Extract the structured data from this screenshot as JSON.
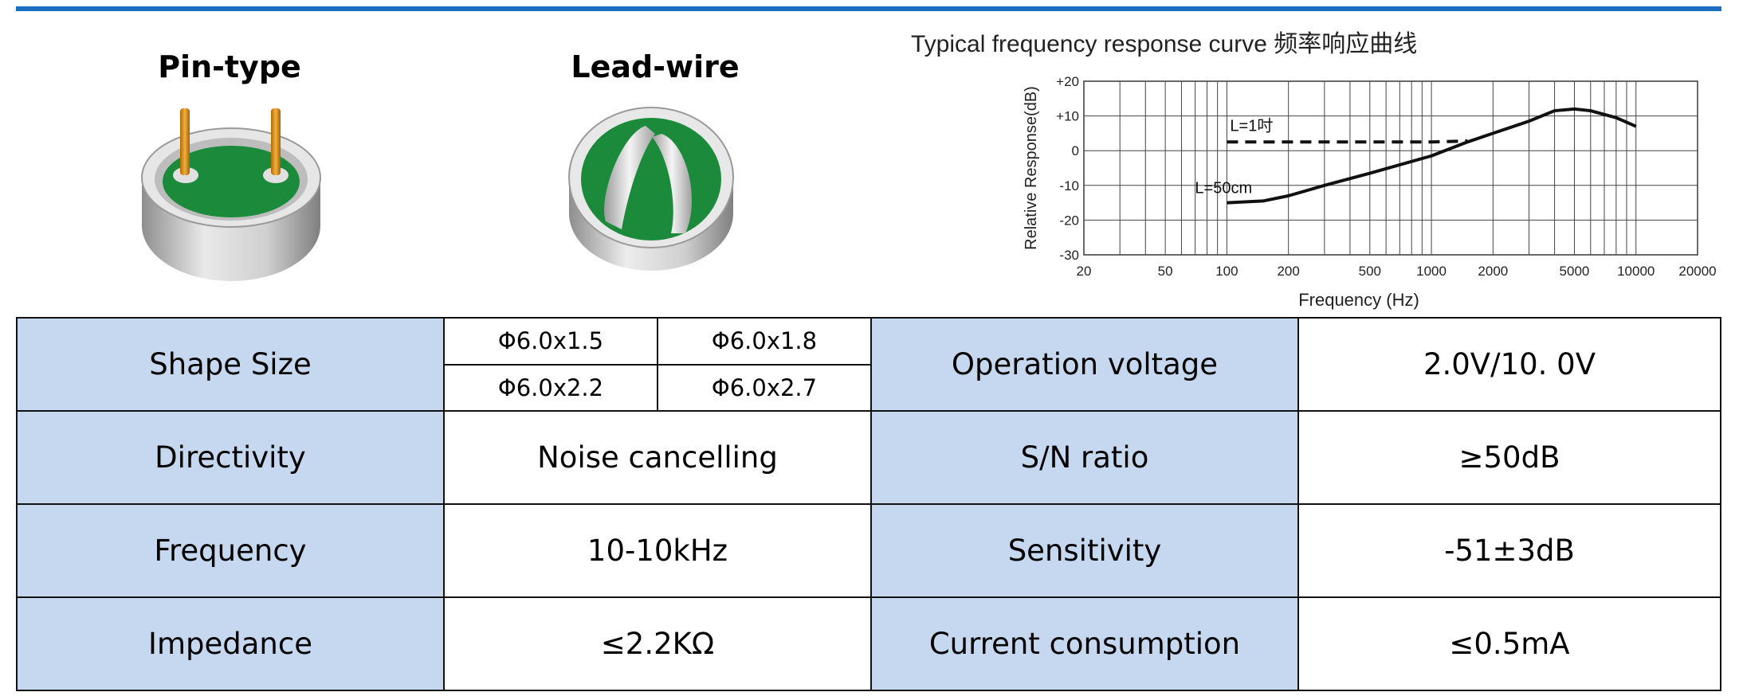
{
  "products": {
    "pin_type": {
      "title": "Pin-type",
      "icon": "microphone-capsule-pin-icon"
    },
    "lead_wire": {
      "title": "Lead-wire",
      "icon": "microphone-capsule-lead-icon"
    }
  },
  "chart": {
    "title": "Typical frequency response curve 频率响应曲线"
  },
  "chart_data": {
    "type": "line",
    "title": "Typical frequency response curve 频率响应曲线",
    "xlabel": "Frequency (Hz)",
    "ylabel": "Relative Response(dB)",
    "x_scale": "log",
    "xlim": [
      20,
      20000
    ],
    "ylim": [
      -30,
      20
    ],
    "x_ticks": [
      "20",
      "50",
      "100",
      "200",
      "500",
      "1000",
      "2000",
      "5000",
      "10000",
      "20000"
    ],
    "y_ticks": [
      "+20",
      "+10",
      "0",
      "-10",
      "-20",
      "-30"
    ],
    "grid": true,
    "series": [
      {
        "name": "L=1吋",
        "style": "dashed",
        "x": [
          100,
          200,
          500,
          1000,
          1500
        ],
        "y": [
          2.5,
          2.5,
          2.5,
          2.5,
          2.8
        ]
      },
      {
        "name": "L=50cm",
        "style": "solid",
        "x": [
          100,
          150,
          200,
          300,
          500,
          1000,
          1500,
          2000,
          3000,
          4000,
          5000,
          6000,
          8000,
          10000
        ],
        "y": [
          -15,
          -14.5,
          -13,
          -10,
          -6.5,
          -1.5,
          2.5,
          5,
          8.5,
          11.5,
          12,
          11.5,
          9.5,
          7
        ]
      }
    ]
  },
  "table": {
    "shape_size_label": "Shape Size",
    "sizes": [
      "Φ6.0x1.5",
      "Φ6.0x1.8",
      "Φ6.0x2.2",
      "Φ6.0x2.7"
    ],
    "operation_voltage_label": "Operation voltage",
    "operation_voltage_value": "2.0V/10. 0V",
    "directivity_label": "Directivity",
    "directivity_value": "Noise cancelling",
    "sn_ratio_label": "S/N ratio",
    "sn_ratio_value": "≥50dB",
    "frequency_label": "Frequency",
    "frequency_value": "10-10kHz",
    "sensitivity_label": "Sensitivity",
    "sensitivity_value": "-51±3dB",
    "impedance_label": "Impedance",
    "impedance_value": "≤2.2KΩ",
    "current_label": "Current consumption",
    "current_value": "≤0.5mA"
  },
  "colors": {
    "accent": "#1a6fc0",
    "header_cell": "#c6d8ef",
    "pcb_green": "#1b8a3a"
  }
}
